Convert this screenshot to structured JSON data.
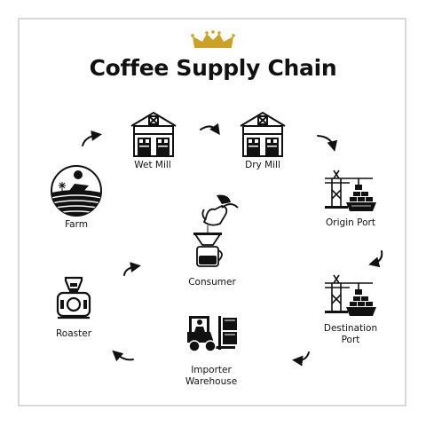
{
  "title": "Coffee Supply Chain",
  "icons": {
    "crown": "crown-icon",
    "wet_mill": "warehouse-icon",
    "dry_mill": "warehouse-icon",
    "origin_port": "port-crane-icon",
    "destination_port": "port-crane-icon",
    "importer_warehouse": "forklift-icon",
    "roaster": "coffee-roaster-icon",
    "consumer": "pour-over-coffee-icon",
    "farm": "farm-field-icon"
  },
  "stages": {
    "wet_mill": "Wet Mill",
    "dry_mill": "Dry Mill",
    "origin_port": "Origin Port",
    "destination_port_line1": "Destination",
    "destination_port_line2": "Port",
    "importer_line1": "Importer",
    "importer_line2": "Warehouse",
    "roaster": "Roaster",
    "consumer": "Consumer",
    "farm": "Farm"
  },
  "colors": {
    "accent": "#c9a227",
    "ink": "#111111",
    "frame": "#d9d9d9"
  }
}
